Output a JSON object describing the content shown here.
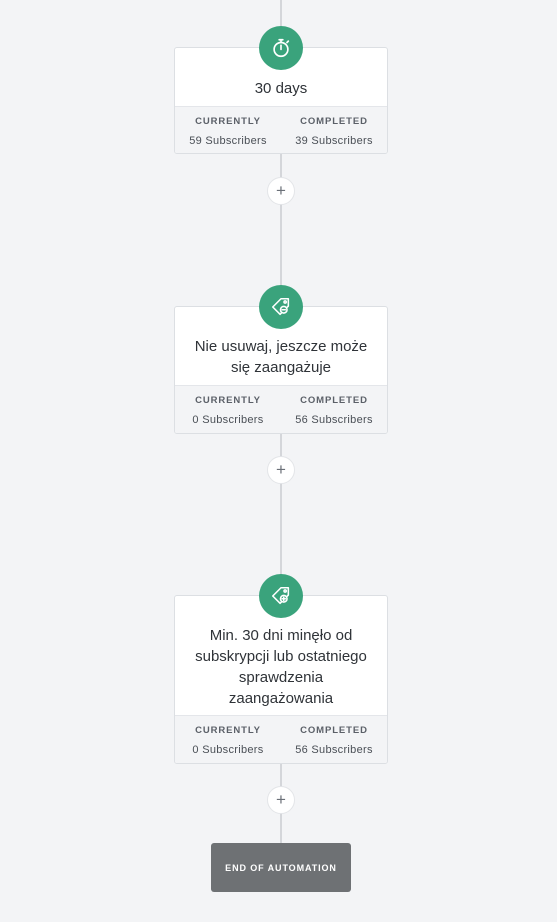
{
  "steps": [
    {
      "icon": "stopwatch-icon",
      "title": "30 days",
      "currently_label": "CURRENTLY",
      "currently_value": "59 Subscribers",
      "completed_label": "COMPLETED",
      "completed_value": "39 Subscribers"
    },
    {
      "icon": "tag-remove-icon",
      "title": "Nie usuwaj, jeszcze może się zaangażuje",
      "currently_label": "CURRENTLY",
      "currently_value": "0 Subscribers",
      "completed_label": "COMPLETED",
      "completed_value": "56 Subscribers"
    },
    {
      "icon": "tag-add-icon",
      "title": "Min. 30 dni minęło od subskrypcji lub ostatniego sprawdzenia zaangażowania",
      "currently_label": "CURRENTLY",
      "currently_value": "0 Subscribers",
      "completed_label": "COMPLETED",
      "completed_value": "56 Subscribers"
    }
  ],
  "add_step_symbol": "+",
  "end_label": "END OF AUTOMATION",
  "colors": {
    "accent": "#3aa37c",
    "end_button": "#6e7174",
    "background": "#f3f4f6"
  }
}
